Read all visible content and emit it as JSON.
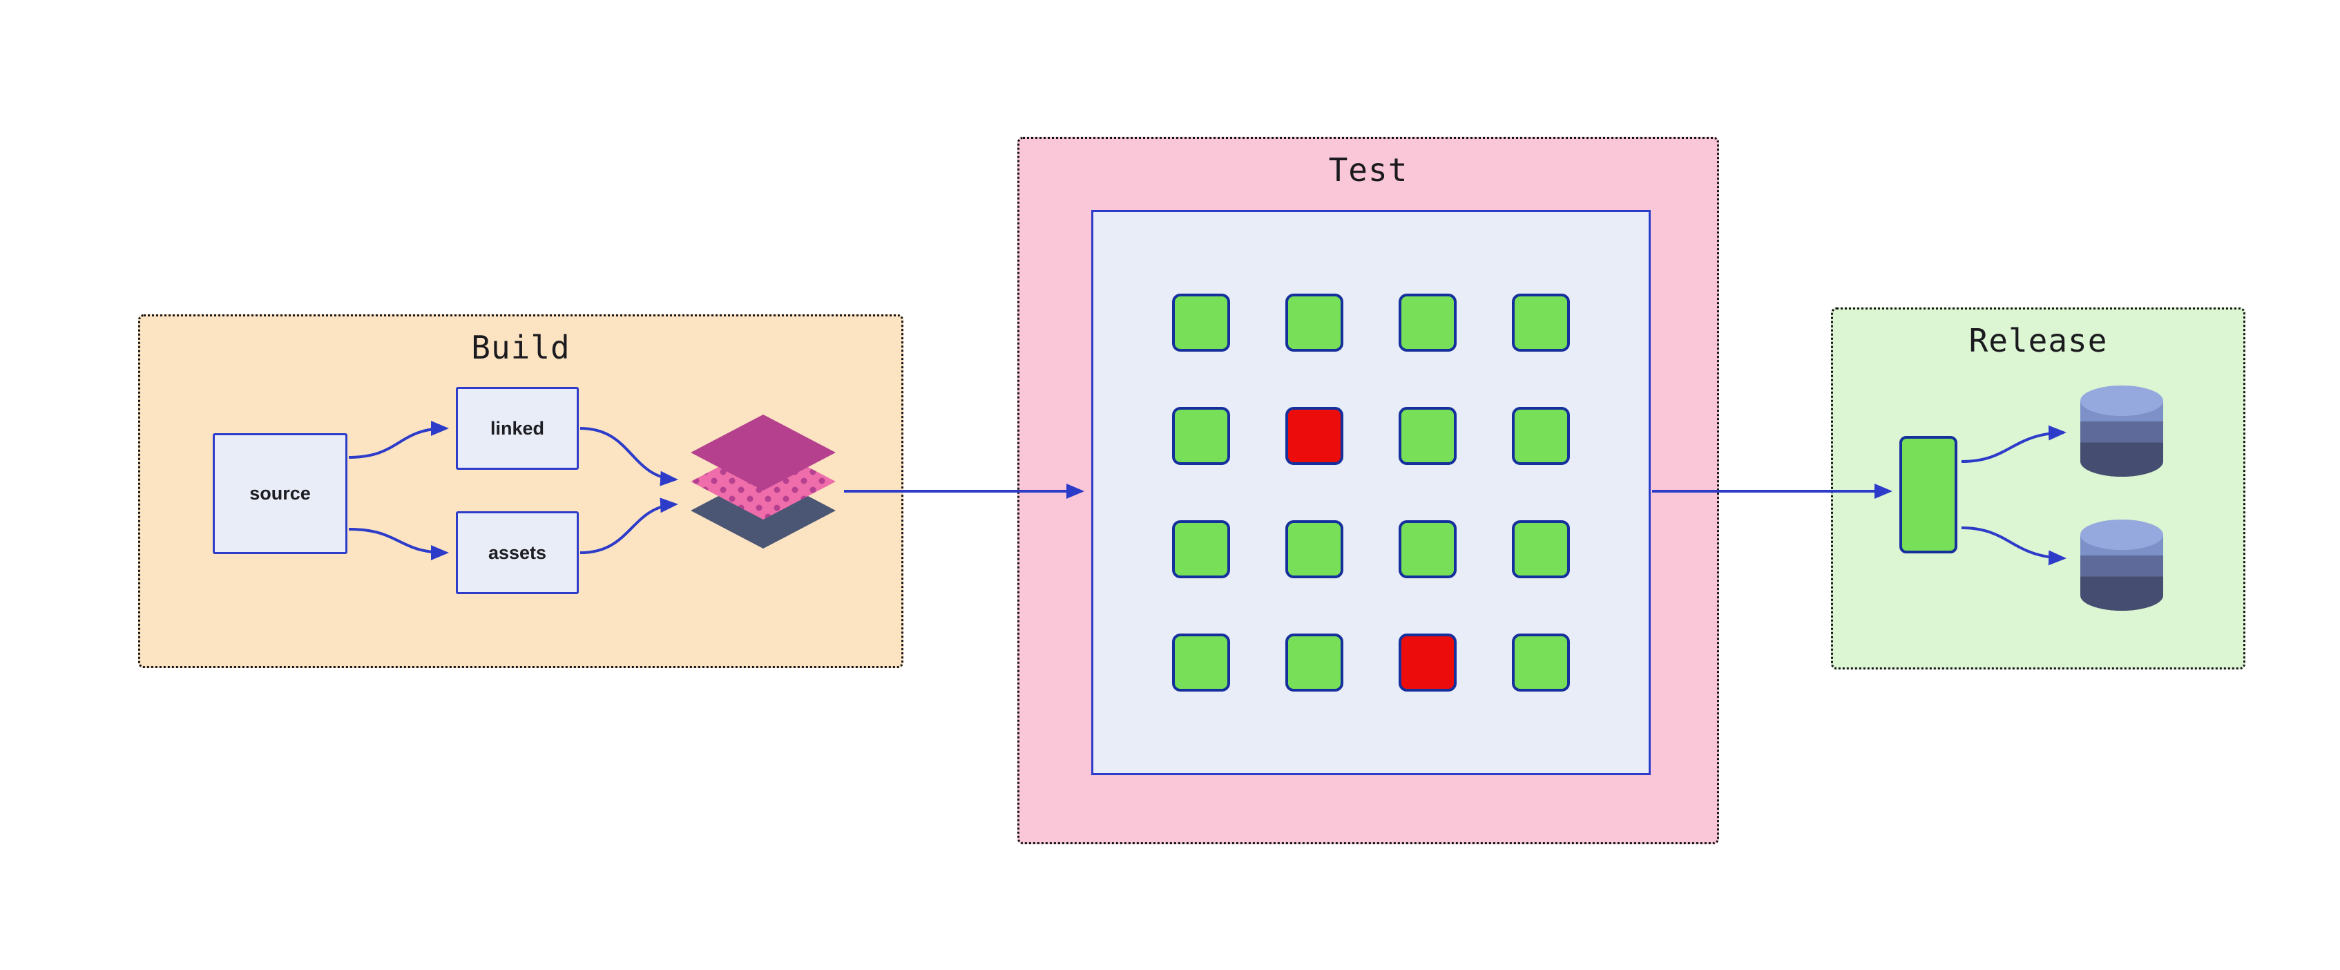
{
  "diagram_title": "",
  "stages": {
    "build": {
      "title": "Build",
      "nodes": [
        {
          "label": "source"
        },
        {
          "label": "linked"
        },
        {
          "label": "assets"
        }
      ],
      "icon": "layers-stack-icon"
    },
    "test": {
      "title": "Test",
      "grid": [
        [
          "pass",
          "pass",
          "pass",
          "pass"
        ],
        [
          "pass",
          "fail",
          "pass",
          "pass"
        ],
        [
          "pass",
          "pass",
          "pass",
          "pass"
        ],
        [
          "pass",
          "pass",
          "fail",
          "pass"
        ]
      ],
      "grid_rows": 4,
      "grid_cols": 4,
      "pass_count": 14,
      "fail_count": 2
    },
    "release": {
      "title": "Release",
      "artifact_icon": "artifact-rect-icon",
      "database_icons": [
        "database-icon-top",
        "database-icon-bottom"
      ]
    }
  },
  "flow": [
    "Build",
    "Test",
    "Release"
  ],
  "colors": {
    "canvas_bg": "#ffffff",
    "accent_blue": "#2d3bc9",
    "section_border": "#141414",
    "build_bg": "#fce4c3",
    "test_bg": "#f9c7d7",
    "release_bg": "#dcf5d2",
    "panel_bg": "#e9edf8",
    "pass_green": "#77e058",
    "fail_red": "#ec0c0c",
    "square_border": "#15309c",
    "stack_top": "#b4408e",
    "stack_mid": "#ee6daa",
    "stack_mid_dot": "#b5408f",
    "stack_bottom": "#4b5574",
    "db_top": "#96a9de",
    "db_band_light": "#7d90c8",
    "db_band_mid": "#5e6a99",
    "db_band_dark": "#454d70",
    "text_dark": "#1b1b1f"
  }
}
